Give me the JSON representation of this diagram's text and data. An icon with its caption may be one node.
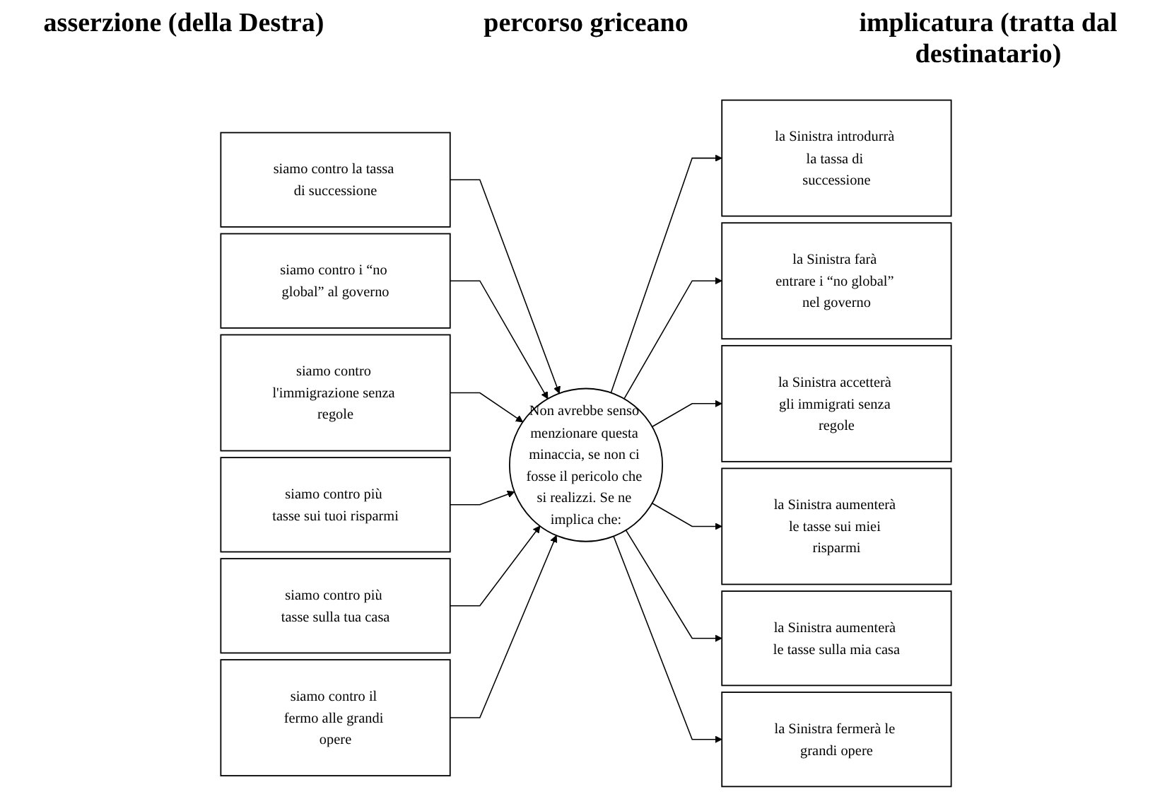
{
  "diagram": {
    "nodes": [
      {
        "text": [
          "siamo contro la tassa di successione"
        ]
      },
      {
        "text": [
          "siamo contro i “no global” al governo"
        ]
      },
      {
        "text": [
          "siamo contro l'immigrazione senza regole"
        ]
      },
      {
        "text": [
          "siamo contro più tasse sui tuoi risparmi"
        ]
      },
      {
        "text": [
          "siamo contro più tasse sulla tua casa"
        ]
      },
      {
        "text": [
          "siamo contro il fermo alle grandi opere"
        ]
      },
      {
        "text": [
          "Non avrebbe senso menzionare questa minaccia, se non ci fosse il pericolo che si realizzi. Se ne implica che:"
        ]
      },
      {
        "text": [
          "la Sinistra introdurrà la tassa di successione"
        ]
      },
      {
        "text": [
          "la Sinistra farà entrare i “no global” nel governo"
        ]
      },
      {
        "text": [
          "la Sinistra accetterà gli immigrati senza regole"
        ]
      },
      {
        "text": [
          "la Sinistra aumenterà le tasse sui miei risparmi"
        ]
      },
      {
        "text": [
          "la Sinistra aumenterà le tasse sulla mia casa"
        ]
      },
      {
        "text": [
          "la Sinistra fermerà le grandi opere"
        ]
      }
    ],
    "edges": [
      {
        "from": 0,
        "to": 6,
        "arrow": "to"
      },
      {
        "from": 1,
        "to": 6,
        "arrow": "to"
      },
      {
        "from": 2,
        "to": 6,
        "arrow": "to"
      },
      {
        "from": 3,
        "to": 6,
        "arrow": "to"
      },
      {
        "from": 4,
        "to": 6,
        "arrow": "to"
      },
      {
        "from": 5,
        "to": 6,
        "arrow": "to"
      },
      {
        "from": 6,
        "to": 7,
        "arrow": "to"
      },
      {
        "from": 6,
        "to": 8,
        "arrow": "to"
      },
      {
        "from": 6,
        "to": 9,
        "arrow": "to"
      },
      {
        "from": 6,
        "to": 10,
        "arrow": "to"
      },
      {
        "from": 6,
        "to": 11,
        "arrow": "to"
      },
      {
        "from": 6,
        "to": 12,
        "arrow": "to"
      }
    ],
    "labels": [
      "asserzione (della Destra)",
      "percorso griceano",
      "implicatura (tratta dal destinatario)"
    ]
  }
}
